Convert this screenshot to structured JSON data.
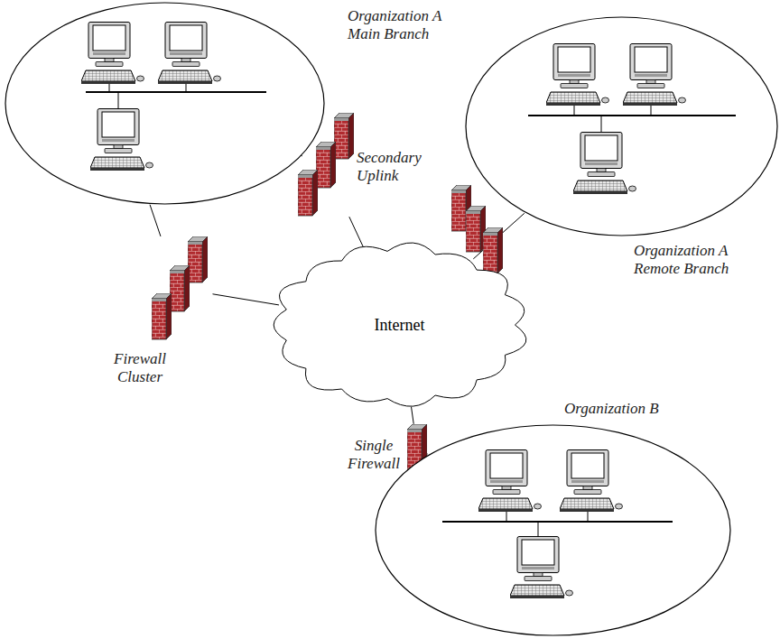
{
  "diagram": {
    "nodes": [
      {
        "text": [
          "Organization A Main Branch"
        ]
      },
      {
        "text": [
          "Organization A Remote Branch"
        ]
      },
      {
        "text": [
          "Internet"
        ]
      },
      {
        "text": [
          "Firewall Cluster"
        ]
      },
      {
        "text": [
          "Secondary Uplink"
        ]
      },
      {
        "text": [
          "Single Firewall"
        ]
      },
      {
        "text": [
          "Organization B"
        ]
      }
    ],
    "edges": [
      {
        "from": 0,
        "to": 3,
        "arrow": "none"
      },
      {
        "from": 3,
        "to": 2,
        "arrow": "none"
      },
      {
        "from": 0,
        "to": 4,
        "arrow": "none"
      },
      {
        "from": 4,
        "to": 2,
        "arrow": "none"
      },
      {
        "from": 1,
        "to": 2,
        "arrow": "none"
      },
      {
        "from": 2,
        "to": 5,
        "arrow": "none"
      },
      {
        "from": 5,
        "to": 6,
        "arrow": "none"
      }
    ]
  }
}
